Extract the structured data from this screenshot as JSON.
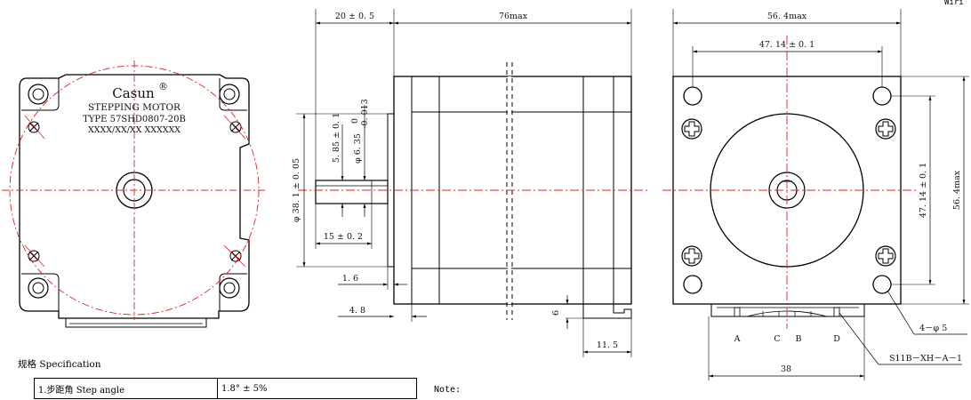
{
  "header": {
    "wiring_label": "Wiri"
  },
  "left_view": {
    "brand": "Casun",
    "registered_mark": "®",
    "line1": "STEPPING MOTOR",
    "line2": "TYPE 57SHD0807-20B",
    "line3": "XXXX/XX/XX  XXXXXX"
  },
  "side_view": {
    "dim_top_left": "20 ± 0. 5",
    "dim_top_right": "76max",
    "dim_shaft_flat": "5. 85 ± 0. 1",
    "dim_shaft_dia": "φ 6. 35",
    "dim_shaft_tol_upper": "0",
    "dim_shaft_tol_lower": "-0. 013",
    "dim_boss_dia": "φ 38. 1 ± 0. 05",
    "dim_shaft_len": "15 ± 0. 2",
    "dim_flange": "1. 6",
    "dim_boss_len": "4. 8",
    "dim_connector_h": "6",
    "dim_connector_w": "11. 5"
  },
  "front_view": {
    "dim_width": "56. 4max",
    "dim_hole_spacing": "47. 14 ± 0. 1",
    "dim_vertical_spacing": "47. 14 ± 0. 1",
    "dim_height": "56. 4max",
    "dim_holes": "4－φ 5",
    "dim_connector_w": "38",
    "connector_part": "S11B－XH－A－1",
    "pins": [
      "A",
      "C",
      "B",
      "D"
    ]
  },
  "specification": {
    "title": "规格 Specification",
    "rows": [
      {
        "label": "1.步距角 Step angle",
        "value": "1.8°  ± 5%"
      }
    ]
  },
  "note": "Note:"
}
